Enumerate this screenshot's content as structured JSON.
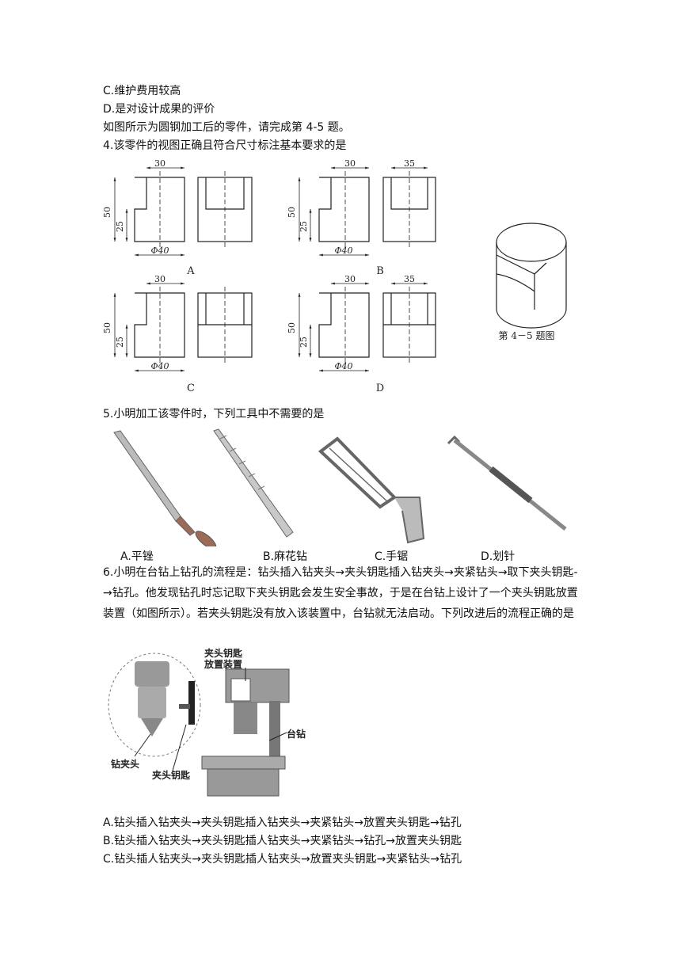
{
  "lines": {
    "c_option": "C.维护费用较高",
    "d_option": "D.是对设计成果的评价",
    "intro": "如图所示为圆钢加工后的零件，请完成第 4-5 题。",
    "q4": "4.该零件的视图正确且符合尺寸标注基本要求的是",
    "q5": "5.小明加工该零件时，下列工具中不需要的是",
    "q6": "6.小明在台钻上钻孔的流程是：钻头插入钻夹头→夹头钥匙插入钻夹头→夹紧钻头→取下夹头钥匙-→钻孔。他发现钻孔时忘记取下夹头钥匙会发生安全事故，于是在台钻上设计了一个夹头钥匙放置装置（如图所示）。若夹头钥匙没有放入该装置中，台钻就无法启动。下列改进后的流程正确的是",
    "a6": "A.钻头插入钻夹头→夹头钥匙插入钻夹头→夹紧钻头→放置夹头钥匙→钻孔",
    "b6": "B.钻头插入钻夹头→夹头钥匙插人钻夹头→夹紧钻头→钻孔→放置夹头钥匙",
    "c6": "C.钻头插人钻夹头→夹头钥匙插人钻夹头→放置夹头钥匙→夹紧钻头→钻孔"
  },
  "views": {
    "A": {
      "letter": "A",
      "top": "30",
      "side": "",
      "h50": "50",
      "h25": "25",
      "dia": "Φ40"
    },
    "B": {
      "letter": "B",
      "top": "30",
      "side": "35",
      "h50": "50",
      "h25": "25",
      "dia": "Φ40"
    },
    "C": {
      "letter": "C",
      "top": "30",
      "side": "",
      "h50": "50",
      "h25": "25",
      "dia": "Φ40"
    },
    "D": {
      "letter": "D",
      "top": "30",
      "side": "35",
      "h50": "50",
      "h25": "25",
      "dia": "Φ40"
    }
  },
  "figure_caption": "第 4－5 题图",
  "tools": [
    "A.平锉",
    "B.麻花钻",
    "C.手锯",
    "D.划针"
  ],
  "drill_labels": {
    "key_device_1": "夹头钥匙",
    "key_device_2": "放置装置",
    "bench_drill": "台钻",
    "chuck": "钻夹头",
    "chuck_key": "夹头钥匙"
  }
}
